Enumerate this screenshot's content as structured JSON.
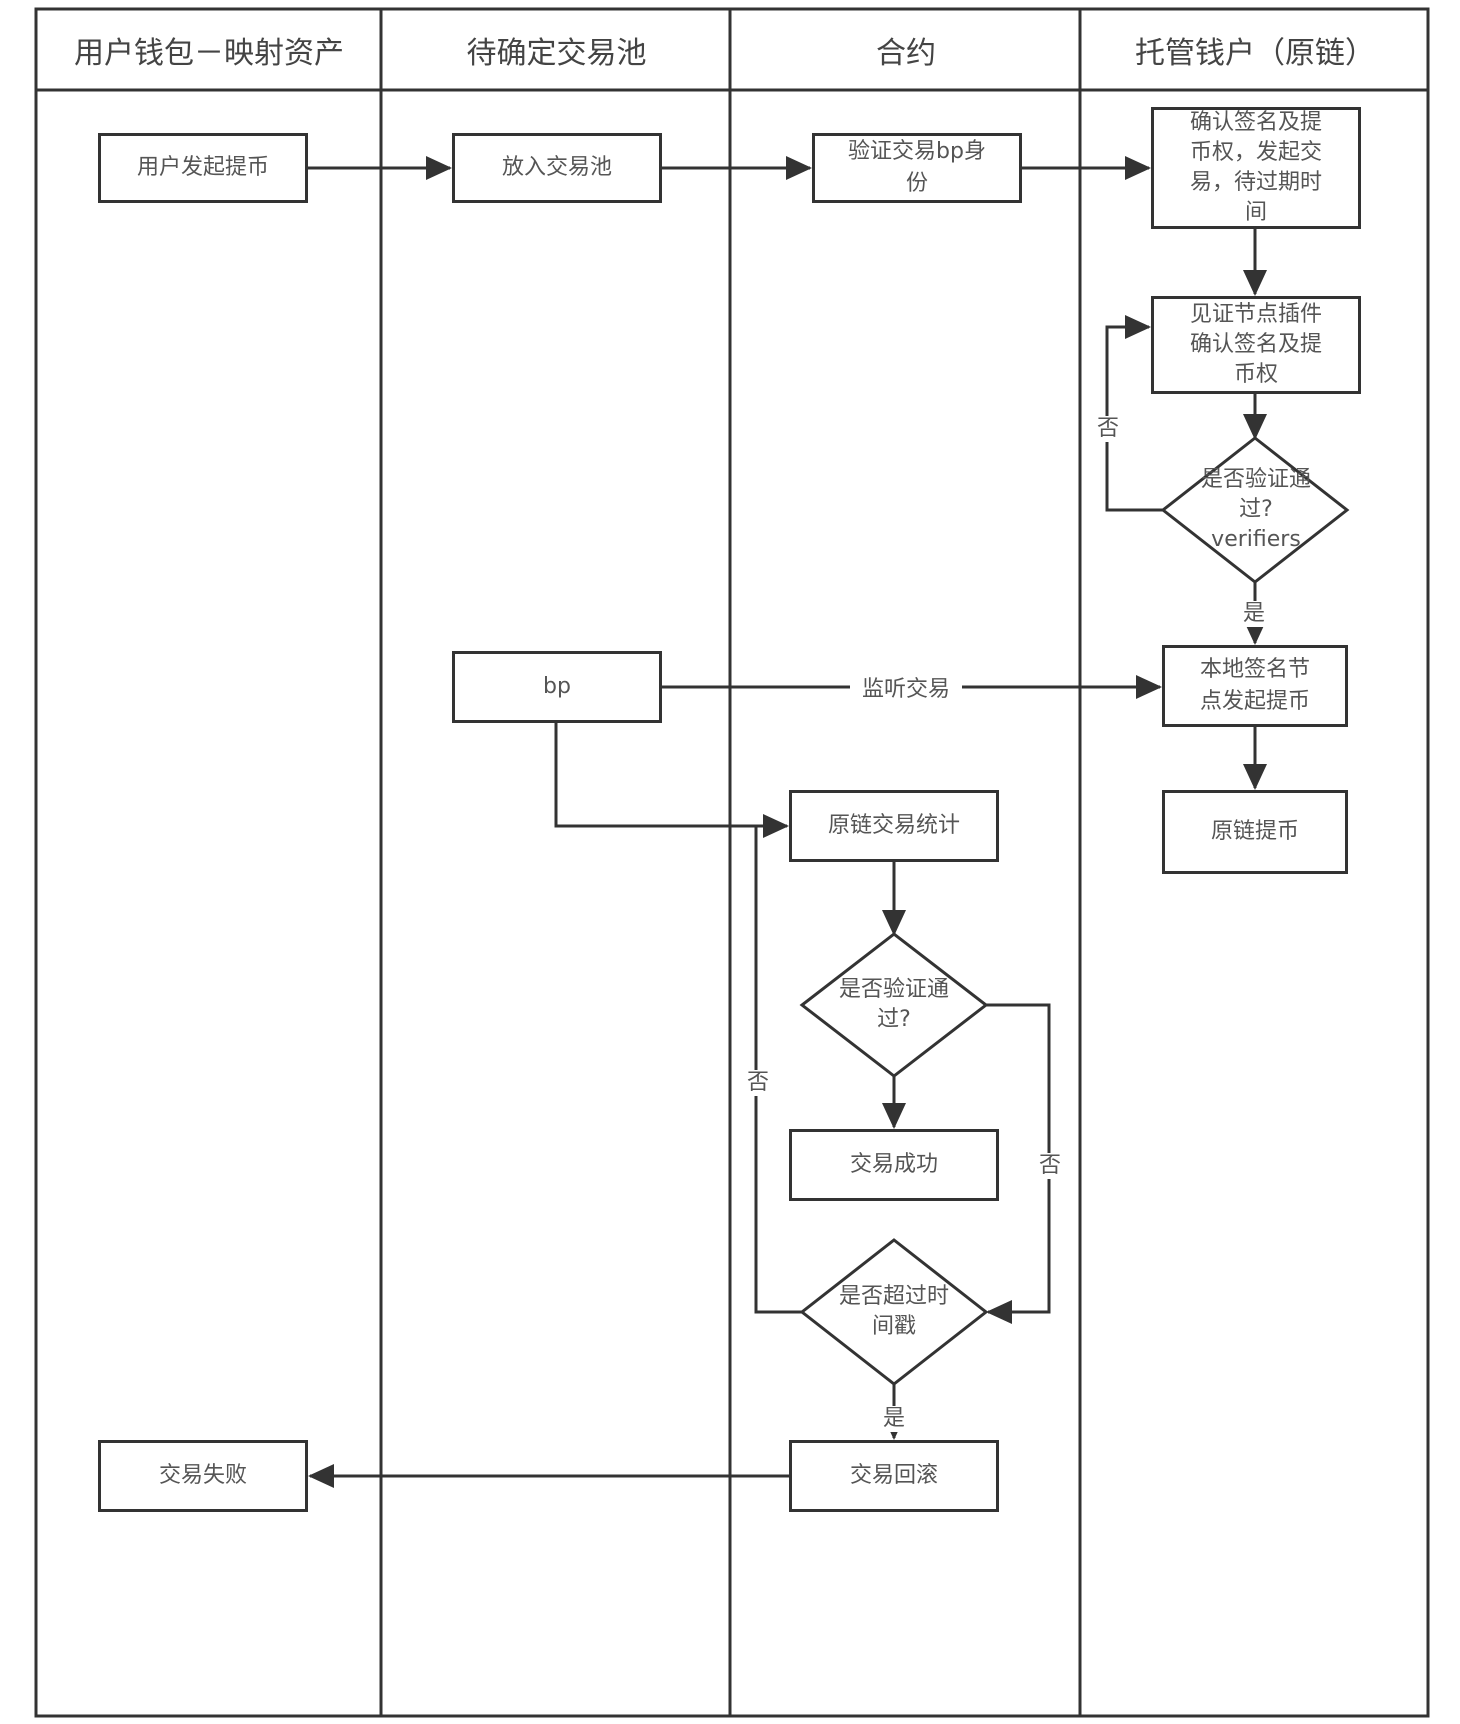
{
  "diagram": {
    "type": "swimlane-flowchart",
    "colors": {
      "line": "#333333",
      "text": "#555555",
      "header_text": "#444444",
      "background": "#ffffff"
    },
    "lanes": [
      {
        "id": "wallet",
        "title": "用户钱包－映射资产"
      },
      {
        "id": "pool",
        "title": "待确定交易池"
      },
      {
        "id": "contract",
        "title": "合约"
      },
      {
        "id": "custody",
        "title": "托管钱户（原链）"
      }
    ],
    "nodes": {
      "user_withdraw": {
        "lane": "wallet",
        "shape": "process",
        "label": "用户发起提币"
      },
      "put_pool": {
        "lane": "pool",
        "shape": "process",
        "label": "放入交易池"
      },
      "verify_bp": {
        "lane": "contract",
        "shape": "process",
        "label": "验证交易bp身\n份"
      },
      "confirm_sign": {
        "lane": "custody",
        "shape": "process",
        "label": "确认签名及提\n币权，发起交\n易，待过期时\n间"
      },
      "witness_plugin": {
        "lane": "custody",
        "shape": "process",
        "label": "见证节点插件\n确认签名及提\n币权"
      },
      "verifiers_pass": {
        "lane": "custody",
        "shape": "decision",
        "label": "是否验证通\n过?\nverifiers"
      },
      "local_sign": {
        "lane": "custody",
        "shape": "process",
        "label": "本地签名节\n点发起提币"
      },
      "origin_withdraw": {
        "lane": "custody",
        "shape": "process",
        "label": "原链提币"
      },
      "bp": {
        "lane": "pool",
        "shape": "process",
        "label": "bp"
      },
      "chain_stats": {
        "lane": "contract",
        "shape": "process",
        "label": "原链交易统计"
      },
      "verify_pass": {
        "lane": "contract",
        "shape": "decision",
        "label": "是否验证通\n过?"
      },
      "tx_success": {
        "lane": "contract",
        "shape": "process",
        "label": "交易成功"
      },
      "timeout": {
        "lane": "contract",
        "shape": "decision",
        "label": "是否超过时\n间戳"
      },
      "rollback": {
        "lane": "contract",
        "shape": "process",
        "label": "交易回滚"
      },
      "tx_fail": {
        "lane": "wallet",
        "shape": "process",
        "label": "交易失败"
      }
    },
    "edges": [
      {
        "from": "user_withdraw",
        "to": "put_pool",
        "label": ""
      },
      {
        "from": "put_pool",
        "to": "verify_bp",
        "label": ""
      },
      {
        "from": "verify_bp",
        "to": "confirm_sign",
        "label": ""
      },
      {
        "from": "confirm_sign",
        "to": "witness_plugin",
        "label": ""
      },
      {
        "from": "witness_plugin",
        "to": "verifiers_pass",
        "label": ""
      },
      {
        "from": "verifiers_pass",
        "to": "witness_plugin",
        "label": "否"
      },
      {
        "from": "verifiers_pass",
        "to": "local_sign",
        "label": "是"
      },
      {
        "from": "bp",
        "to": "local_sign",
        "label": "监听交易"
      },
      {
        "from": "local_sign",
        "to": "origin_withdraw",
        "label": ""
      },
      {
        "from": "bp",
        "to": "chain_stats",
        "label": ""
      },
      {
        "from": "chain_stats",
        "to": "verify_pass",
        "label": ""
      },
      {
        "from": "verify_pass",
        "to": "tx_success",
        "label": ""
      },
      {
        "from": "verify_pass",
        "to": "timeout",
        "label": "否"
      },
      {
        "from": "timeout",
        "to": "chain_stats",
        "label": "否"
      },
      {
        "from": "timeout",
        "to": "rollback",
        "label": "是"
      },
      {
        "from": "rollback",
        "to": "tx_fail",
        "label": ""
      }
    ]
  }
}
